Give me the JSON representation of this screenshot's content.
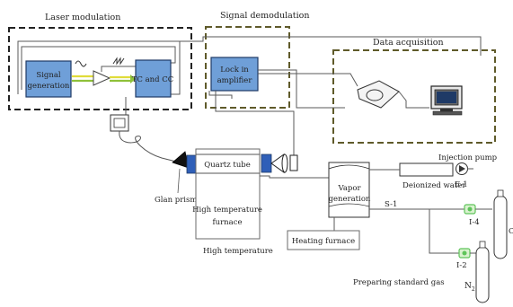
{
  "labels": {
    "laser_modulation": "Laser modulation",
    "signal_demodulation": "Signal demodulation",
    "data_acquisition": "Data acquisition",
    "signal_generation_1": "Signal",
    "signal_generation_2": "generation",
    "tc_cc": "TC and CC",
    "lock_in_1": "Lock in",
    "lock_in_2": "amplifier",
    "quartz_tube": "Quartz tube",
    "high_temp_furnace_1": "High temperature",
    "high_temp_furnace_2": "furnace",
    "high_temperature": "High temperature",
    "glan_prism": "Glan prism",
    "vapor_generation_1": "Vapor",
    "vapor_generation_2": "generation",
    "heating_furnace": "Heating furnace",
    "injection_pump": "Injection pump",
    "deionized_water": "Deionized water",
    "e1": "E-1",
    "s1": "S-1",
    "i4": "I-4",
    "i2": "I-2",
    "preparing_standard_gas": "Preparing standard gas",
    "n2": "N",
    "n2_sub": "2",
    "cut_label": "C"
  },
  "colors": {
    "module_fill": "#6f9fd8",
    "module_border": "#1f3a66",
    "dashed_dark": "#222222",
    "dashed_olive": "#5f5a2a",
    "fiber_yellow": "#e0dc3a",
    "fiber_green": "#8fc13a",
    "valve_green": "#5ec45a",
    "window_blue": "#2f5fb8",
    "lens_black": "#111111",
    "wire_gray": "#5a5a5a"
  }
}
